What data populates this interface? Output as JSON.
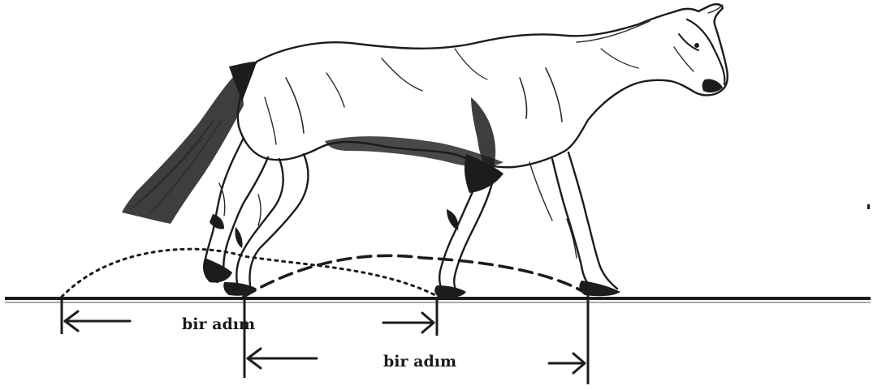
{
  "labels": {
    "step_one": "bir adım",
    "step_two": "bir adım"
  },
  "colors": {
    "ink": "#1c1c1c",
    "background": "#ffffff"
  },
  "icons": {
    "horse": "walking-horse-sketch",
    "arrows": "measurement-arrows"
  }
}
